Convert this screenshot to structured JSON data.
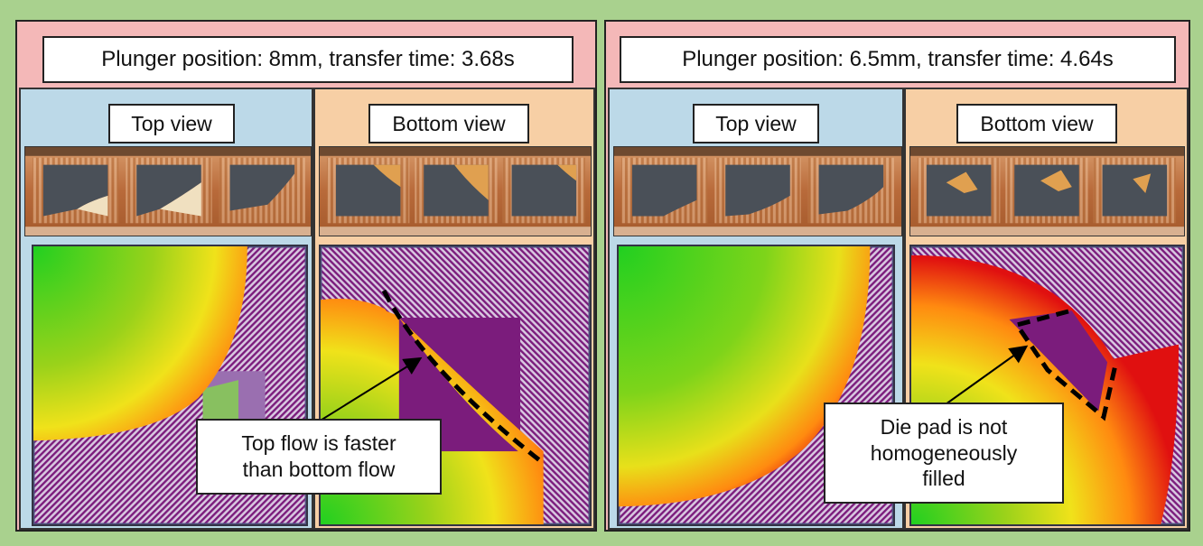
{
  "panels": [
    {
      "header": "Plunger position: 8mm, transfer time: 3.68s",
      "top_label": "Top view",
      "bottom_label": "Bottom view",
      "callout_line1": "Top flow is faster",
      "callout_line2": "than bottom flow"
    },
    {
      "header": "Plunger position: 6.5mm, transfer time: 4.64s",
      "top_label": "Top view",
      "bottom_label": "Bottom view",
      "callout_line1": "Die pad is not",
      "callout_line2": "homogeneously",
      "callout_line3": "filled"
    }
  ],
  "colors": {
    "background": "#a9d18e",
    "header_band": "#f4b8b8",
    "top_view_bg": "#bcd9e8",
    "bottom_view_bg": "#f7cfa5",
    "leadframe_purple": "#7b1c7c",
    "copper": "#c77b4a"
  }
}
